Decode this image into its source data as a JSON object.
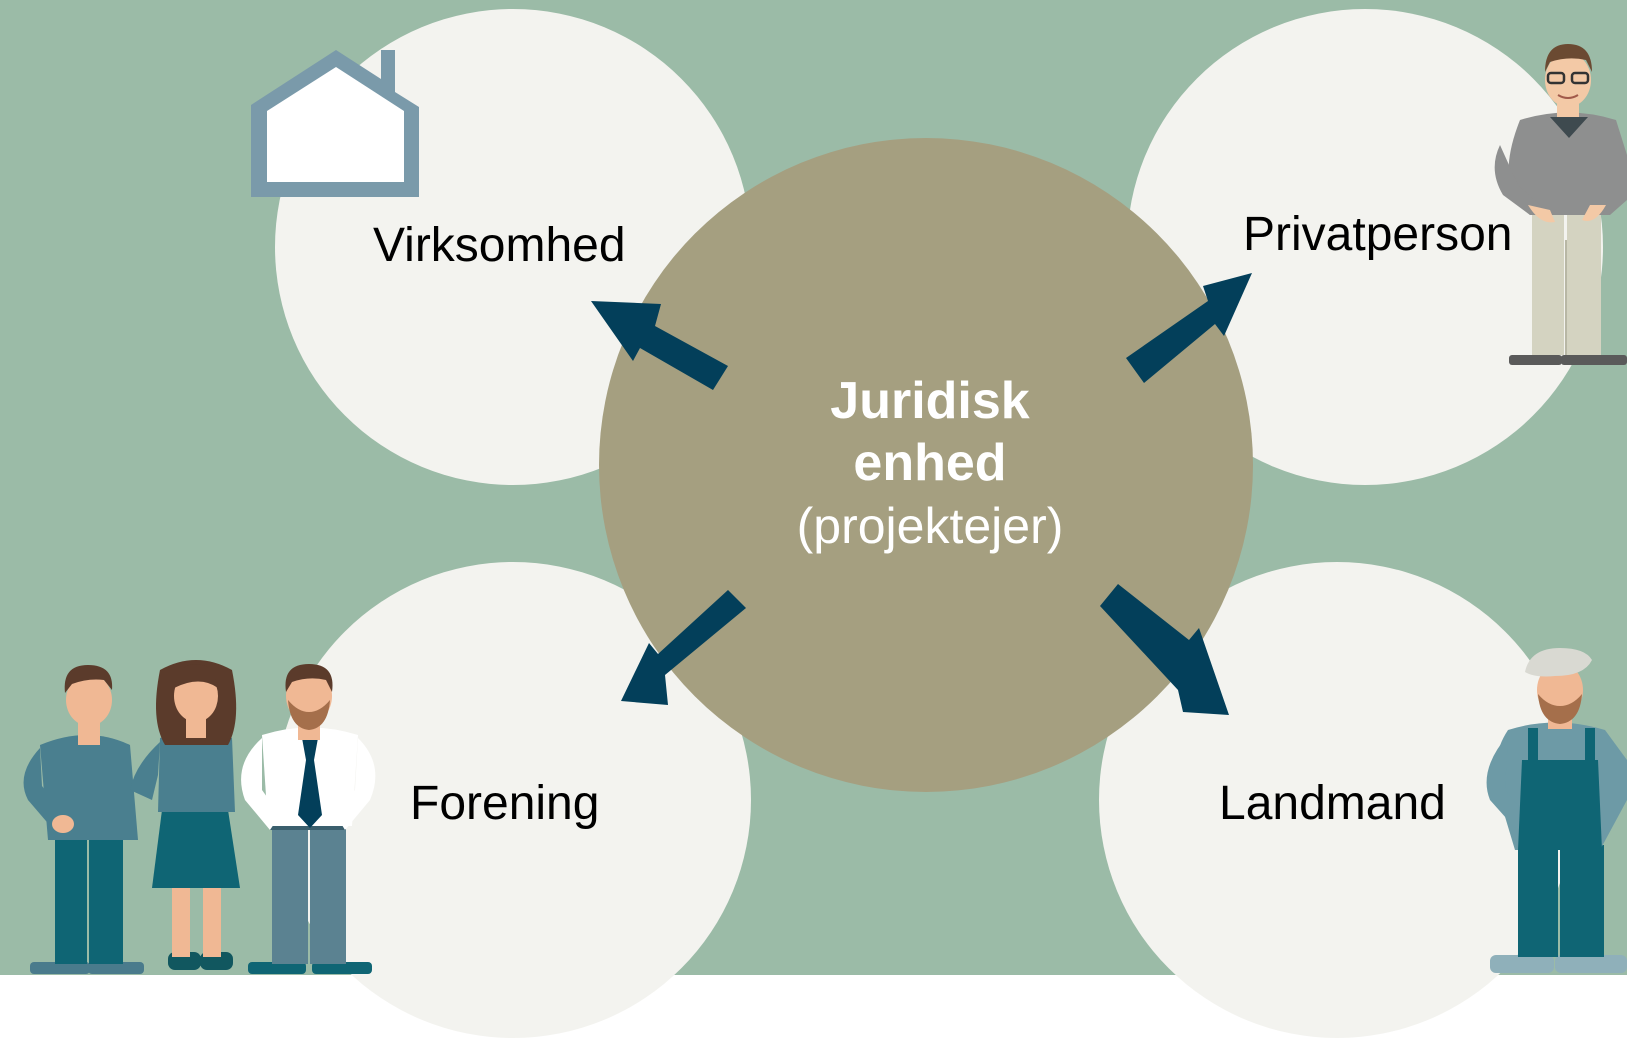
{
  "diagram": {
    "center": {
      "line1": "Juridisk",
      "line2": "enhed",
      "line3": "(projektejer)"
    },
    "nodes": [
      {
        "id": "virksomhed",
        "label": "Virksomhed",
        "icon": "house-icon"
      },
      {
        "id": "privatperson",
        "label": "Privatperson",
        "icon": "man-with-glasses-icon"
      },
      {
        "id": "forening",
        "label": "Forening",
        "icon": "group-of-people-icon"
      },
      {
        "id": "landmand",
        "label": "Landmand",
        "icon": "farmer-icon"
      }
    ]
  },
  "colors": {
    "background": "#9bbba7",
    "bottom_band": "#ffffff",
    "outer_circle": "#f3f3ef",
    "center_circle": "#a59f80",
    "arrow": "#033f5a",
    "center_text": "#ffffff",
    "label_text": "#000000"
  }
}
